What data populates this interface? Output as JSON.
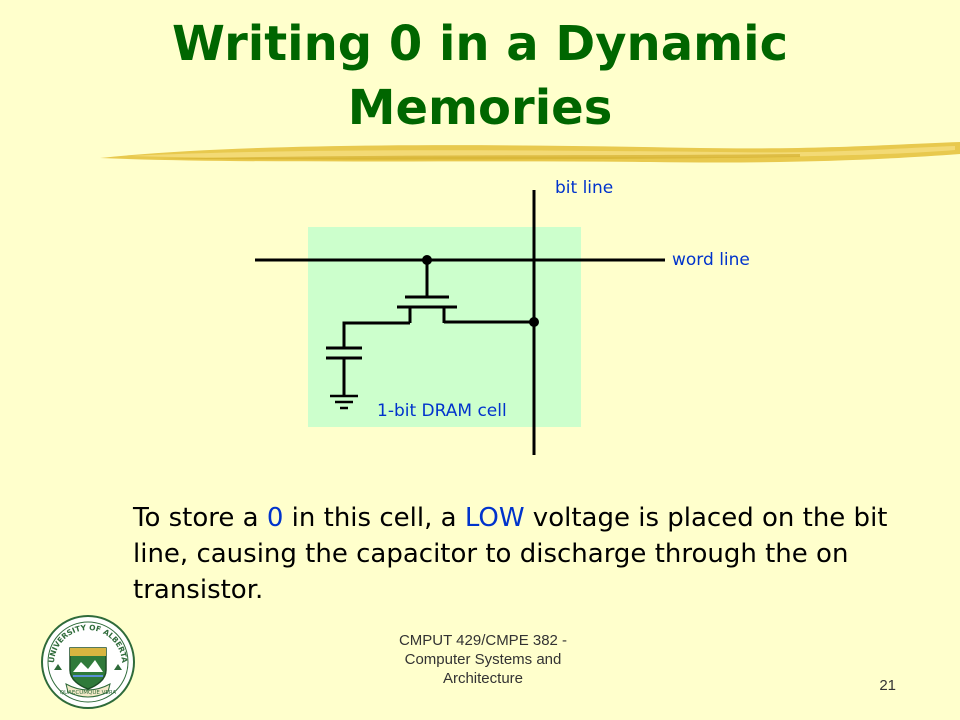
{
  "slide": {
    "title_line1": "Writing 0 in a Dynamic",
    "title_line2": "Memories",
    "title_color": "#006600",
    "background": "#ffffcc",
    "accent_stroke_color": "#e6c84a"
  },
  "diagram": {
    "bit_line_label": "bit line",
    "word_line_label": "word line",
    "cell_label": "1-bit DRAM cell",
    "cell_fill": "#ccffcc",
    "label_color": "#0033cc"
  },
  "body": {
    "text_1": "To store a ",
    "value_highlight": "0",
    "text_2": " in this cell, a ",
    "voltage_highlight": "LOW",
    "text_3": " voltage is placed on the bit line, causing the capacitor to discharge through the on transistor."
  },
  "footer": {
    "course_line1": "CMPUT 429/CMPE 382 -",
    "course_line2": "Computer Systems and",
    "course_line3": "Architecture",
    "page_number": "21"
  },
  "logo": {
    "icon": "university-crest-icon",
    "top_text": "UNIVERSITY OF ALBERTA",
    "motto": "QUAECUMQUE VERA"
  }
}
